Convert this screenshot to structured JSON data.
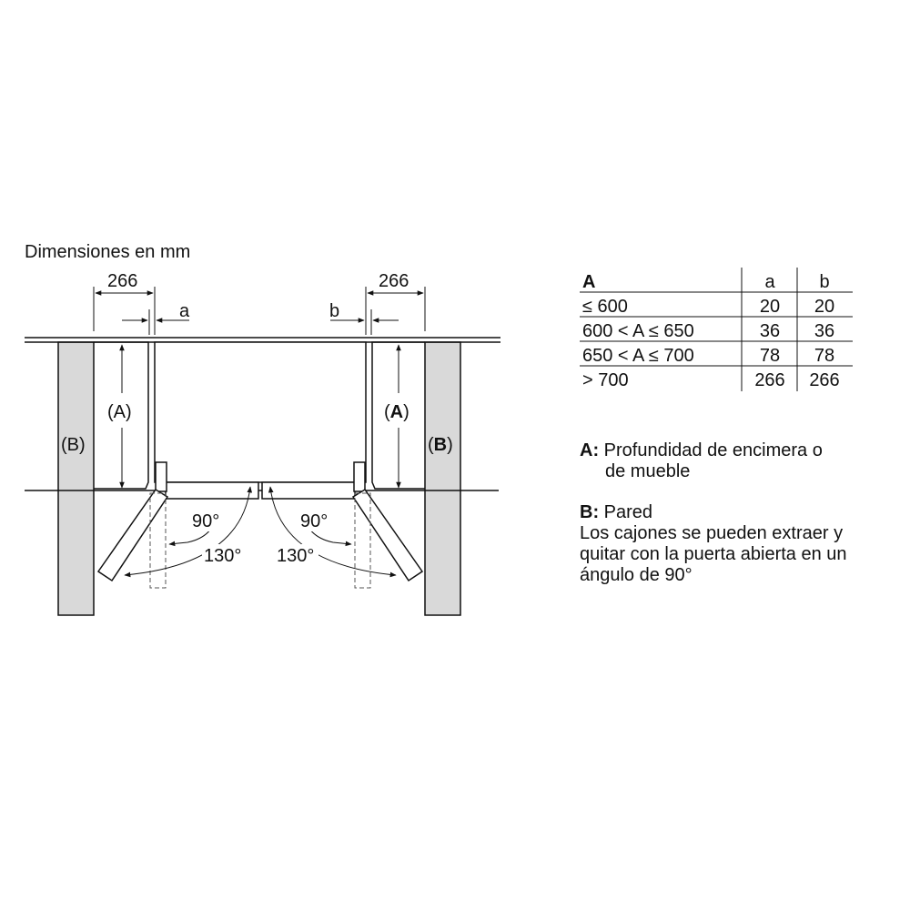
{
  "title": "Dimensiones en mm",
  "diagram": {
    "dim_left": "266",
    "dim_right": "266",
    "gap_left": "a",
    "gap_right": "b",
    "depth_label": "(A)",
    "depth_letter": "A",
    "wall_label": "(B)",
    "wall_letter": "B",
    "angle_90": "90°",
    "angle_130": "130°",
    "wall_color": "#d9d9d9"
  },
  "table": {
    "headers": [
      "A",
      "a",
      "b"
    ],
    "rows": [
      [
        "≤ 600",
        "20",
        "20"
      ],
      [
        "600 < A ≤ 650",
        "36",
        "36"
      ],
      [
        "650 < A ≤ 700",
        "78",
        "78"
      ],
      [
        "> 700",
        "266",
        "266"
      ]
    ]
  },
  "notes": {
    "a_key": "A:",
    "a_text_1": "Profundidad de encimera o",
    "a_text_2": "de mueble",
    "b_key": "B:",
    "b_text": "Pared",
    "drawers_1": "Los cajones se pueden extraer y",
    "drawers_2": "quitar con la puerta abierta en un",
    "drawers_3": "ángulo de 90°"
  }
}
